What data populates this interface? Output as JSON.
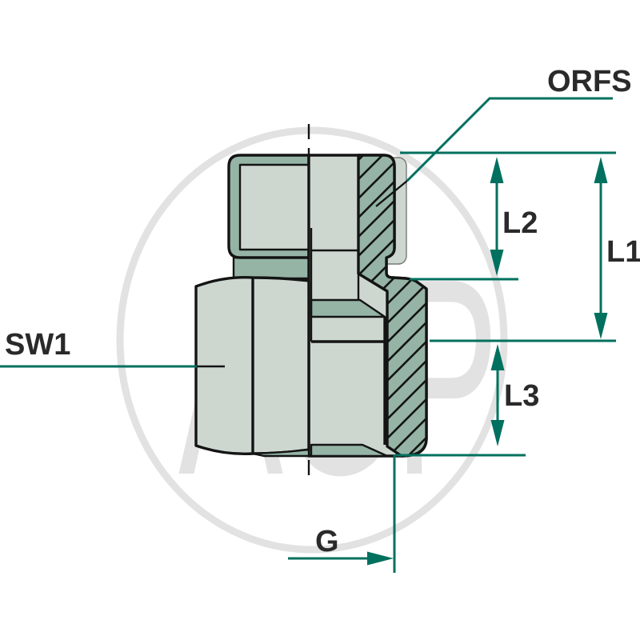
{
  "diagram": {
    "title": "ORFS female adapter dimensional drawing",
    "watermark": "AGP",
    "labels": {
      "orfs": "ORFS",
      "sw1": "SW1",
      "l1": "L1",
      "l2": "L2",
      "l3": "L3",
      "g": "G"
    },
    "colors": {
      "accent": "#00705f",
      "body_light": "#cdd7d0",
      "body_dark": "#95b4a6",
      "outline": "#141414",
      "watermark": "#e2e2e2",
      "text": "#2a2a2a",
      "background": "#ffffff"
    }
  }
}
